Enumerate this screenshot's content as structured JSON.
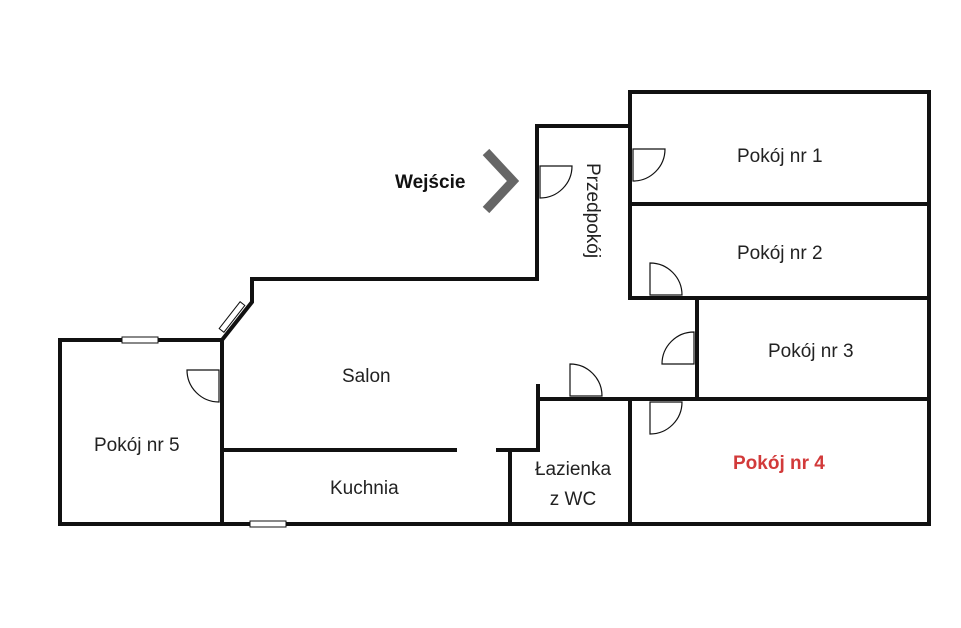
{
  "entrance": {
    "label": "Wejście",
    "icon": "chevron-right-icon"
  },
  "rooms": {
    "hallway": "Przedpokój",
    "room1": "Pokój nr 1",
    "room2": "Pokój nr 2",
    "room3": "Pokój nr 3",
    "room4": "Pokój nr 4",
    "room5": "Pokój nr 5",
    "living": "Salon",
    "kitchen": "Kuchnia",
    "bathroom_line1": "Łazienka",
    "bathroom_line2": "z WC"
  },
  "colors": {
    "wall": "#111111",
    "highlight": "#d23a3a",
    "arrow": "#666666"
  }
}
